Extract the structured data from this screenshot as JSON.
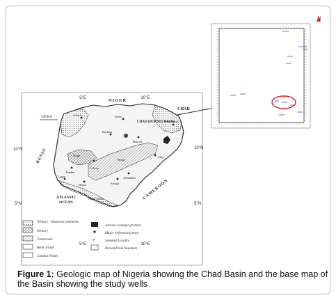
{
  "caption": {
    "label": "Figure 1:",
    "text": "Geologic map of Nigeria showing the Chad Basin and the base map of the Basin showing the study wells"
  },
  "map": {
    "top_longitudes": [
      "5°E",
      "10°E"
    ],
    "bottom_longitudes": [
      "5°E",
      "10°E"
    ],
    "left_latitudes": [
      "10°N",
      "5°N"
    ],
    "right_latitudes": [
      "10°N",
      "5°N"
    ],
    "labels": {
      "niger": "NIGER",
      "chad": "CHAD",
      "chad_basin": "CHAD (BORNU) BASIN",
      "benin": "BENIN",
      "cameroon": "CAMEROON",
      "ocean_1": "ATLANTIC",
      "ocean_2": "OCEAN",
      "scale": "200 Km",
      "sokoto": "Sokoto",
      "kano": "Kano",
      "kaduna": "Kaduna",
      "bauchi": "Bauchi",
      "maiduguri": "Maiduguri",
      "lagos": "Lagos",
      "benin_city": "Benin",
      "niger_delta": "Niger Delta",
      "nupe": "Nupe",
      "lokoja": "Lokoja",
      "yola": "Yola",
      "enugu": "Enugu",
      "abakaliki": "Abakaliki",
      "benue_trough": "Benue",
      "ibadan": "Ibadan"
    },
    "legend": {
      "left": [
        {
          "label": "Tertiary - Holocene sediments"
        },
        {
          "label": "Tertiary"
        },
        {
          "label": "Cretaceous"
        },
        {
          "label": "Benin Flank"
        },
        {
          "label": "Calabar Flank"
        }
      ],
      "right": [
        {
          "label": "Jurassic younger granites"
        },
        {
          "label": "Major (references) town"
        },
        {
          "label": "Sampled Locality"
        },
        {
          "label": "Precambrian basement"
        }
      ]
    }
  },
  "base_map": {
    "north_arrow": "N"
  },
  "colors": {
    "ink": "#222222",
    "highlight_circle": "#d81e1e",
    "well_marker": "#3a4fb5"
  }
}
